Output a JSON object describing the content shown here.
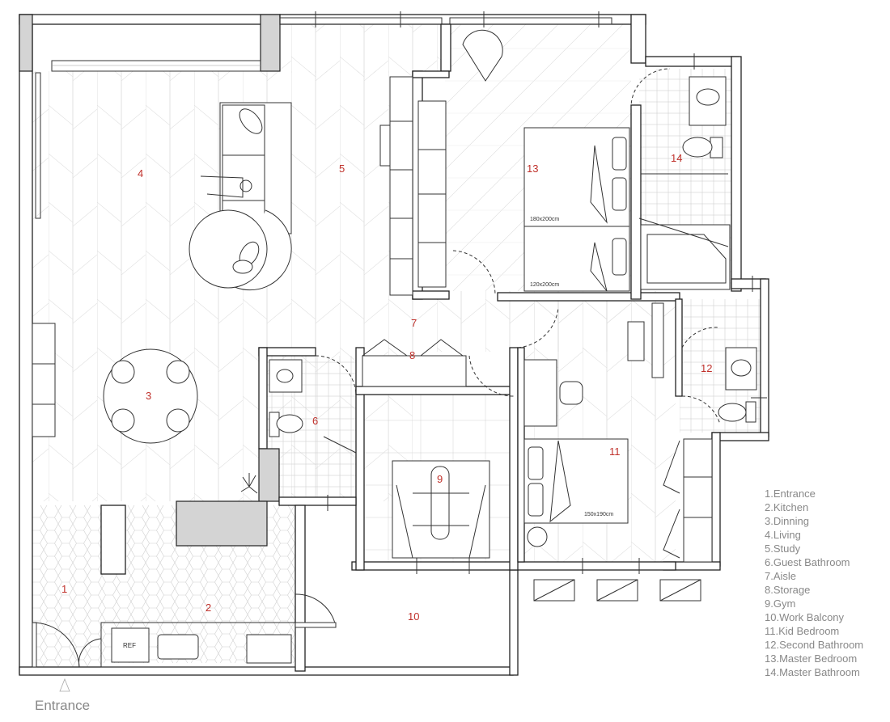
{
  "rooms": [
    {
      "num": "1"
    },
    {
      "num": "2"
    },
    {
      "num": "3"
    },
    {
      "num": "4"
    },
    {
      "num": "5"
    },
    {
      "num": "6"
    },
    {
      "num": "7"
    },
    {
      "num": "8"
    },
    {
      "num": "9"
    },
    {
      "num": "10"
    },
    {
      "num": "11"
    },
    {
      "num": "12"
    },
    {
      "num": "13"
    },
    {
      "num": "14"
    }
  ],
  "legend": [
    "1.Entrance",
    "2.Kitchen",
    "3.Dinning",
    "4.Living",
    "5.Study",
    "6.Guest Bathroom",
    "7.Aisle",
    "8.Storage",
    "9.Gym",
    "10.Work Balcony",
    "11.Kid Bedroom",
    "12.Second Bathroom",
    "13.Master Bedroom",
    "14.Master Bathroom"
  ],
  "entrance_label": "Entrance",
  "fixtures": {
    "fridge": "REF",
    "bed_master_top": "180x200cm",
    "bed_master_bottom": "120x200cm",
    "bed_kid": "150x190cm"
  }
}
